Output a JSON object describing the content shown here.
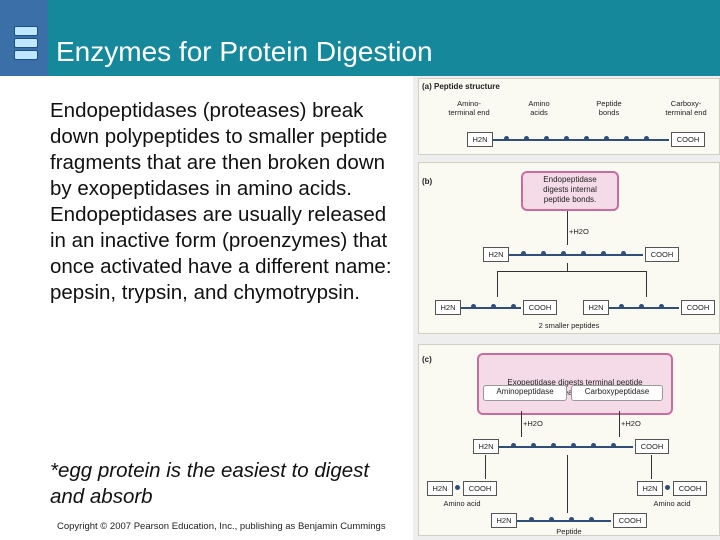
{
  "slide": {
    "title": "Enzymes for Protein Digestion",
    "body": "Endopeptidases (proteases) break down polypeptides to smaller peptide fragments that are then broken down by exopeptidases in amino acids. Endopeptidases are usually released in an inactive form (proenzymes) that once activated have a different name: pepsin, trypsin, and chymotrypsin.",
    "note": "*egg protein is the easiest to digest and absorb",
    "copyright": "Copyright © 2007 Pearson Education, Inc., publishing as Benjamin Cummings"
  },
  "figure": {
    "panel_a": {
      "tag": "(a) Peptide structure",
      "labels": [
        "Amino-\nterminal end",
        "Amino\nacids",
        "Peptide\nbonds",
        "Carboxy-\nterminal end"
      ],
      "h2n": "H2N",
      "cooh": "COOH"
    },
    "panel_b": {
      "tag": "(b)",
      "enzyme_box": "Endopeptidase\ndigests internal\npeptide bonds.",
      "water": "+H2O",
      "h2n": "H2N",
      "cooh": "COOH",
      "caption": "2 smaller peptides"
    },
    "panel_c": {
      "tag": "(c)",
      "enzyme_box": "Exopeptidase digests terminal peptide\nbonds to release amino acids.",
      "aminopeptidase": "Aminopeptidase",
      "carboxypeptidase": "Carboxypeptidase",
      "water": "+H2O",
      "h2n": "H2N",
      "cooh": "COOH",
      "amino_acid": "Amino acid",
      "peptide": "Peptide"
    }
  }
}
